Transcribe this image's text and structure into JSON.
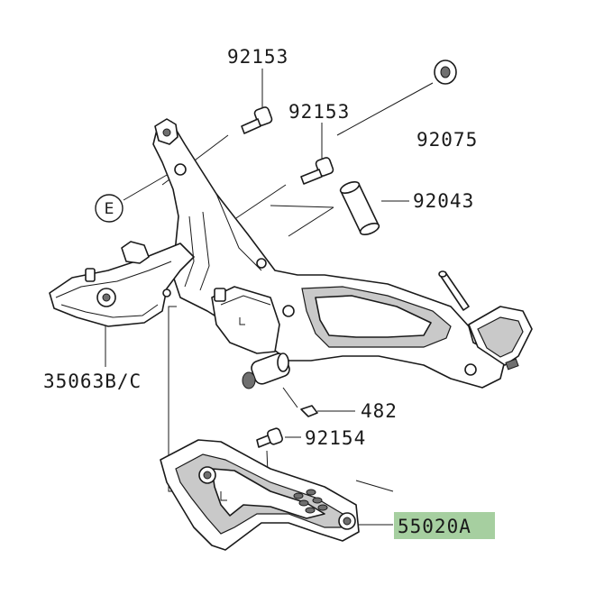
{
  "colors": {
    "highlight": "#a6cfa0",
    "ink": "#1a1a1a",
    "background": "#ffffff"
  },
  "labels": {
    "bolt_top": "92153",
    "bolt_mid": "92153",
    "grommet": "92075",
    "collar": "92043",
    "bracket": "35063B/C",
    "clip": "482",
    "bolt_cover": "92154",
    "cover": "55020A",
    "ref_circle": "E"
  }
}
